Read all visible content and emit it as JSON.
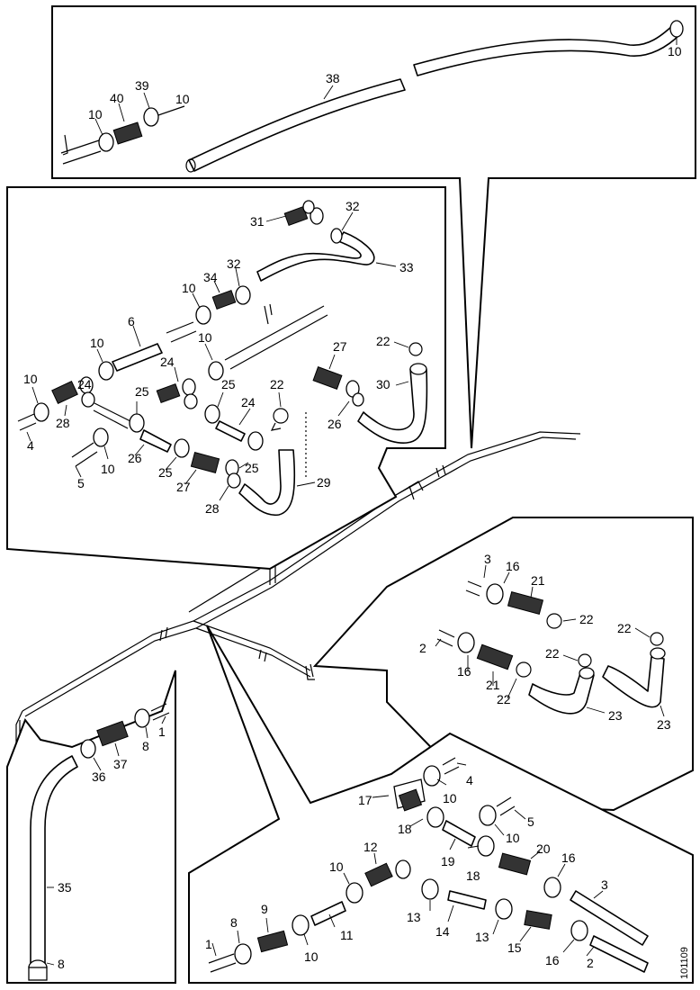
{
  "figure": {
    "reference_number": "101109"
  },
  "callouts": {
    "top": [
      "10",
      "40",
      "39",
      "10",
      "38",
      "10"
    ],
    "upper_left": [
      "31",
      "32",
      "32",
      "34",
      "10",
      "33",
      "6",
      "10",
      "10",
      "27",
      "22",
      "10",
      "24",
      "25",
      "24",
      "22",
      "30",
      "25",
      "26",
      "28",
      "24",
      "26",
      "22",
      "4",
      "10",
      "26",
      "5",
      "25",
      "27",
      "25",
      "29",
      "28"
    ],
    "right": [
      "3",
      "16",
      "21",
      "22",
      "22",
      "2",
      "16",
      "21",
      "22",
      "22",
      "23",
      "23"
    ],
    "lower_left": [
      "36",
      "37",
      "8",
      "1",
      "35",
      "8"
    ],
    "bottom": [
      "4",
      "17",
      "10",
      "5",
      "18",
      "10",
      "12",
      "20",
      "19",
      "16",
      "3",
      "18",
      "10",
      "8",
      "9",
      "13",
      "14",
      "11",
      "13",
      "15",
      "10",
      "16",
      "2",
      "1"
    ]
  }
}
